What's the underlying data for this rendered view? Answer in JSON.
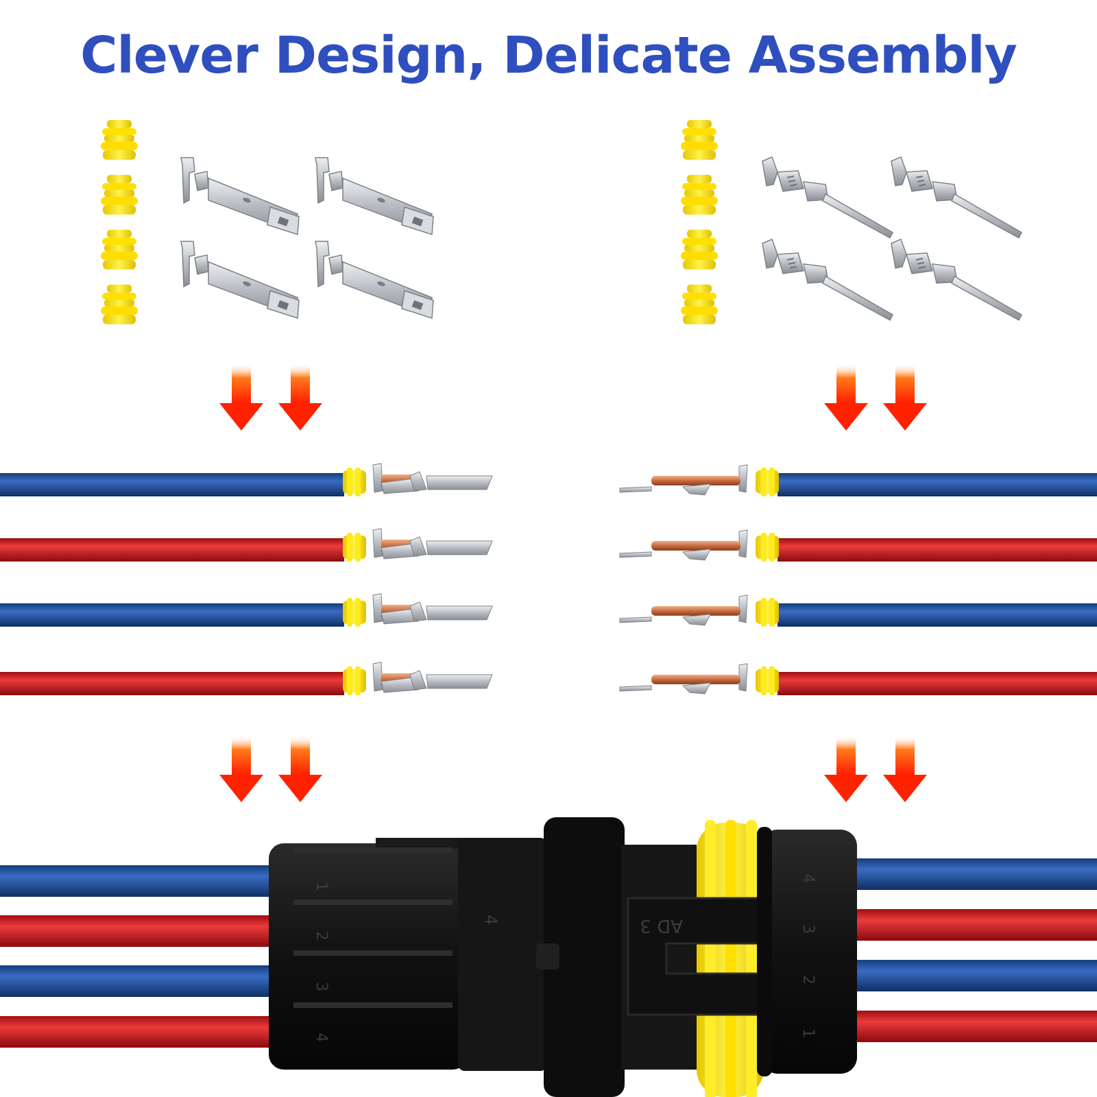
{
  "title": "Clever Design, Delicate Assembly",
  "colors": {
    "title": "#2f4fbf",
    "seal_yellow": "#ffe600",
    "wire_blue": "#1f4f9a",
    "wire_red": "#c8141c",
    "arrow_red": "#ff2a00",
    "housing_black": "#141414",
    "terminal_metal": "#c9ccd1"
  },
  "left_group": {
    "seals": 4,
    "terminals_type": "female"
  },
  "right_group": {
    "seals": 4,
    "terminals_type": "male"
  },
  "wire_colors": [
    "blue",
    "red",
    "blue",
    "red"
  ],
  "connector": {
    "left_pin_labels": [
      "1",
      "2",
      "3",
      "4"
    ],
    "left_side_label": "4",
    "mid_label": "AD 3",
    "right_pin_labels": [
      "4",
      "3",
      "2",
      "1"
    ]
  }
}
